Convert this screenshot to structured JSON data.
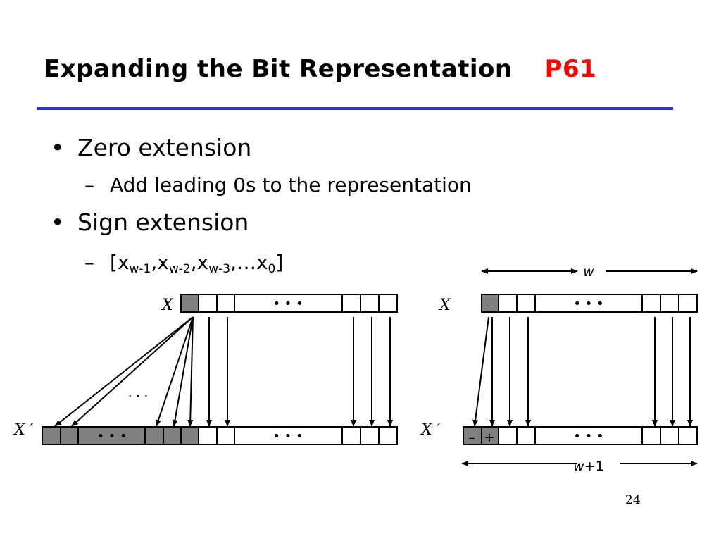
{
  "slide": {
    "title": "Expanding the Bit Representation",
    "page_ref": "P61",
    "page_number": "24"
  },
  "bullets": {
    "zero_extension": {
      "label": "Zero extension",
      "sub": "Add leading 0s to the representation"
    },
    "sign_extension": {
      "label": "Sign extension",
      "sub": {
        "open": "[",
        "terms": [
          {
            "base": "x",
            "sub": "w-1"
          },
          {
            "base": "x",
            "sub": "w-2"
          },
          {
            "base": "x",
            "sub": "w-3"
          }
        ],
        "sep": ",",
        "ellipsis": "…",
        "last_base": "x",
        "last_sub": "0",
        "close": "]"
      }
    }
  },
  "diagram": {
    "left": {
      "x_label": "X",
      "xprime_label": "X ′"
    },
    "right": {
      "x_label": "X",
      "xprime_label": "X ′",
      "sign_symbol": "–",
      "plus_symbol": "+",
      "width_label": "w",
      "width_plus_label_var": "w",
      "width_plus_label_rest": "+1"
    },
    "ellipsis": "•  •  •",
    "fan_ellipsis": "·  ·  ·",
    "colors": {
      "sign_fill": "#808080",
      "cell_fill": "#ffffff",
      "stroke": "#000000"
    }
  }
}
